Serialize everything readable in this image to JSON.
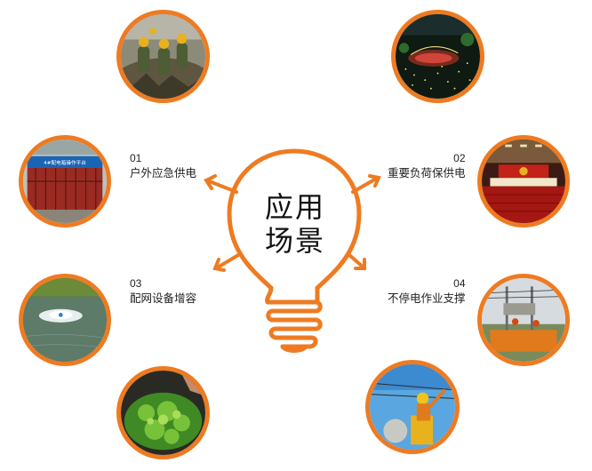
{
  "center": {
    "line1": "应用",
    "line2": "场景"
  },
  "scenarios": [
    {
      "number": "01",
      "label": "户外应急供电"
    },
    {
      "number": "02",
      "label": "重要负荷保供电"
    },
    {
      "number": "03",
      "label": "配网设备增容"
    },
    {
      "number": "04",
      "label": "不停电作业支撑"
    }
  ],
  "photos": {
    "p2_sign_text": "4#配电箱操作平台"
  },
  "colors": {
    "accent": "#ee7b22",
    "text": "#222222"
  }
}
